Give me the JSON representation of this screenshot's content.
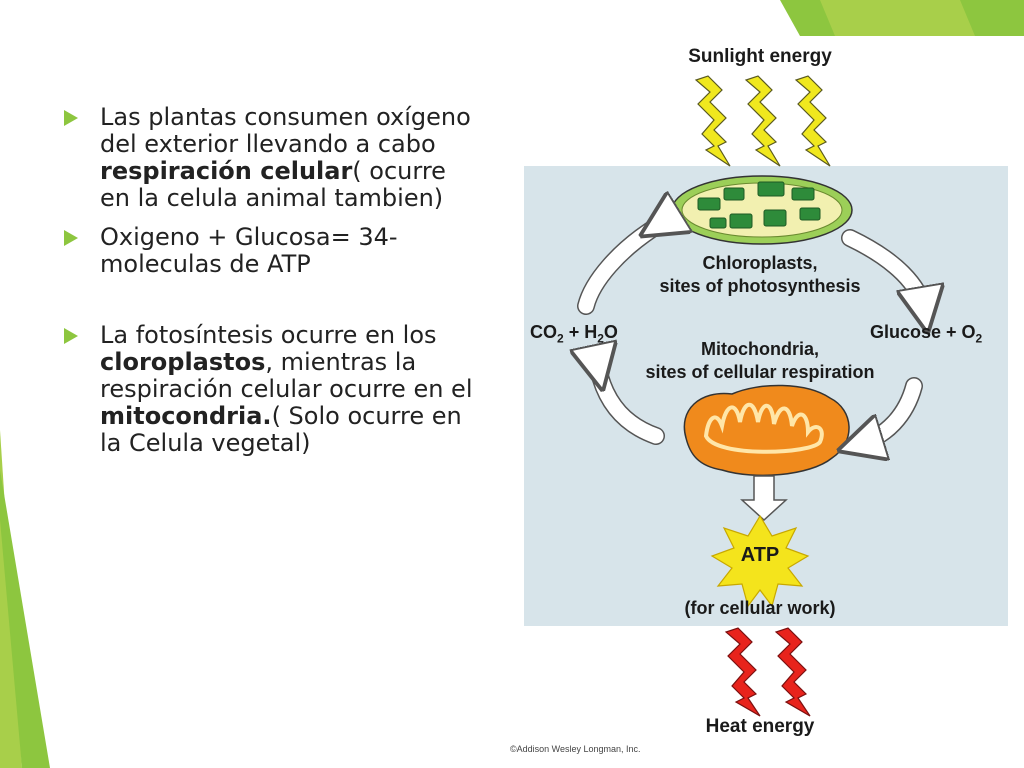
{
  "slide": {
    "bullets": [
      {
        "parts": [
          {
            "text": "Las plantas consumen oxígeno del exterior llevando a cabo ",
            "bold": false
          },
          {
            "text": "respiración celular",
            "bold": true
          },
          {
            "text": "( ocurre en la celula animal tambien)",
            "bold": false
          }
        ]
      },
      {
        "parts": [
          {
            "text": "Oxigeno + Glucosa= 34-moleculas de ATP",
            "bold": false
          }
        ]
      },
      {
        "parts": [
          {
            "text": "La fotosíntesis ocurre en los ",
            "bold": false
          },
          {
            "text": "cloroplastos",
            "bold": true
          },
          {
            "text": ", mientras la respiración celular ocurre en el ",
            "bold": false
          },
          {
            "text": "mitocondria.",
            "bold": true
          },
          {
            "text": "( Solo ocurre en la Celula vegetal)",
            "bold": false
          }
        ]
      }
    ]
  },
  "figure": {
    "sunlight_label": "Sunlight energy",
    "chloroplast_label_1": "Chloroplasts,",
    "chloroplast_label_2": "sites of photosynthesis",
    "co2_label": "CO",
    "co2_sub": "2",
    "co2_plus": " + H",
    "h2o_sub": "2",
    "h2o_o": "O",
    "glucose_label": "Glucose + O",
    "o2_sub": "2",
    "mito_label_1": "Mitochondria,",
    "mito_label_2": "sites of cellular respiration",
    "atp_label": "ATP",
    "work_label": "(for cellular work)",
    "heat_label": "Heat energy",
    "copyright": "©Addison Wesley Longman, Inc."
  },
  "colors": {
    "accent_green": "#8dc63f",
    "panel_blue": "#d7e4ea",
    "sun_yellow": "#f0e81e",
    "heat_red": "#e8231c",
    "chloroplast_green": "#2e8b3a",
    "mito_orange": "#f08a1c"
  }
}
